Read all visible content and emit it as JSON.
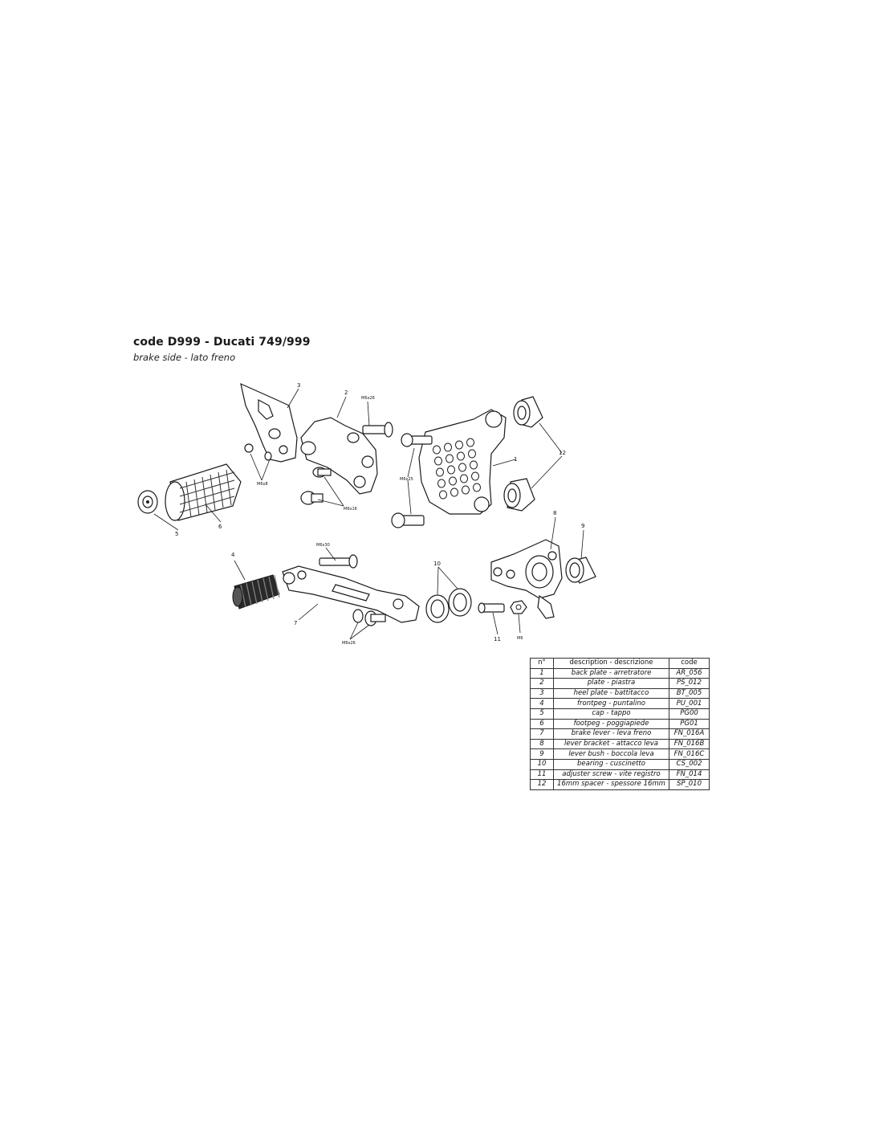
{
  "header": {
    "title": "code D999 - Ducati 749/999",
    "subtitle": "brake side - lato freno"
  },
  "diagram": {
    "callouts": [
      "1",
      "2",
      "3",
      "4",
      "5",
      "6",
      "7",
      "8",
      "9",
      "10",
      "11",
      "12"
    ],
    "fasteners": {
      "m6x26_top": "M6x26",
      "m6x8": "M6x8",
      "m6x16": "M6x16",
      "m6x25": "M6x25",
      "m6x30": "M6x30",
      "m6x26_bottom": "M6x26",
      "m6": "M6"
    }
  },
  "table": {
    "headers": {
      "n": "n°",
      "description": "description - descrizione",
      "code": "code"
    },
    "rows": [
      {
        "n": "1",
        "description": "back plate - arretratore",
        "code": "AR_056"
      },
      {
        "n": "2",
        "description": "plate - piastra",
        "code": "PS_012"
      },
      {
        "n": "3",
        "description": "heel plate - battitacco",
        "code": "BT_005"
      },
      {
        "n": "4",
        "description": "frontpeg - puntalino",
        "code": "PU_001"
      },
      {
        "n": "5",
        "description": "cap - tappo",
        "code": "PG00"
      },
      {
        "n": "6",
        "description": "footpeg - poggiapiede",
        "code": "PG01"
      },
      {
        "n": "7",
        "description": "brake lever - leva freno",
        "code": "FN_016A"
      },
      {
        "n": "8",
        "description": "lever bracket - attacco leva",
        "code": "FN_016B"
      },
      {
        "n": "9",
        "description": "lever bush - boccola leva",
        "code": "FN_016C"
      },
      {
        "n": "10",
        "description": "bearing - cuscinetto",
        "code": "CS_002"
      },
      {
        "n": "11",
        "description": "adjuster screw - vite registro",
        "code": "FN_014"
      },
      {
        "n": "12",
        "description": "16mm spacer - spessore 16mm",
        "code": "SP_010"
      }
    ]
  }
}
